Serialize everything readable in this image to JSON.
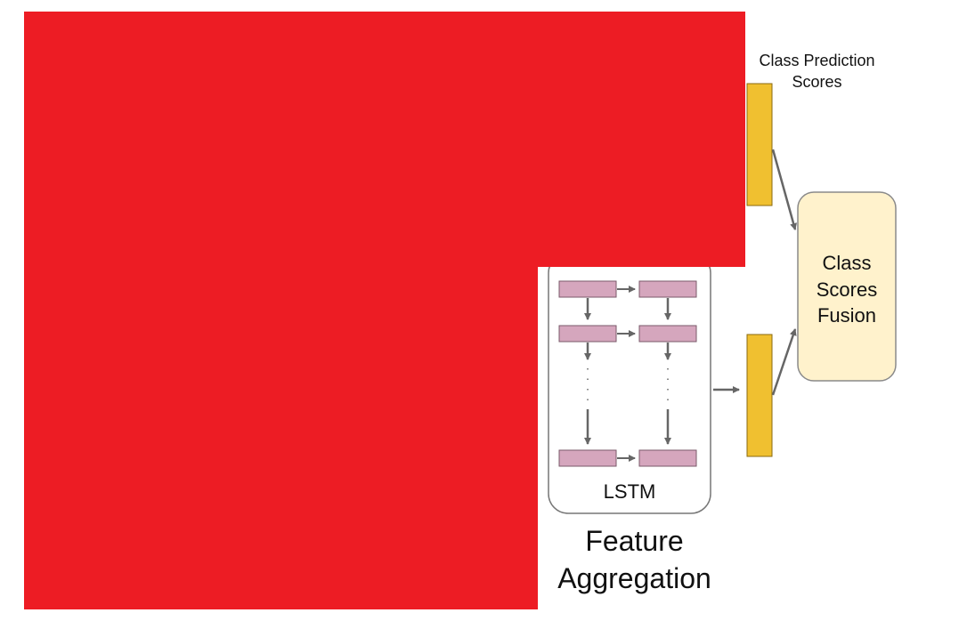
{
  "labels": {
    "class_prediction_line1": "Class Prediction",
    "class_prediction_line2": "Scores",
    "fusion_line1": "Class",
    "fusion_line2": "Scores",
    "fusion_line3": "Fusion",
    "lstm": "LSTM",
    "feature_aggregation_line1": "Feature",
    "feature_aggregation_line2": "Aggregation"
  },
  "colors": {
    "redaction": "#ED1C24",
    "score_bar": "#F0C030",
    "score_bar_border": "#8A6A10",
    "fusion_fill": "#FFF2CC",
    "fusion_border": "#8A8A8A",
    "lstm_cell": "#D5A6BD",
    "lstm_cell_border": "#7A5A6A",
    "lstm_box_border": "#777777",
    "arrow": "#666666"
  },
  "icons": {
    "arrow": "right-arrow-icon",
    "down_arrow": "down-arrow-icon"
  }
}
